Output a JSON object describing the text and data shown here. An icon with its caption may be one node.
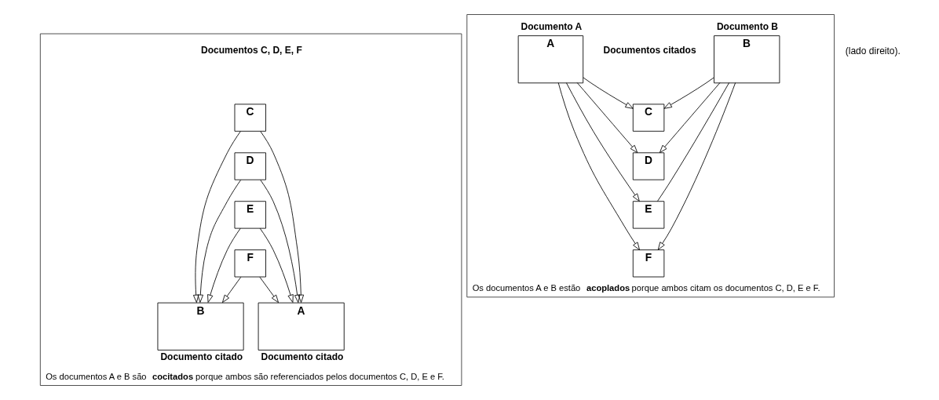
{
  "diagram": {
    "nodes": [
      {
        "text": [
          "Os documentos A e B são **cocitados** porque ambos são referenciados pelos documentos C, D, E e F."
        ]
      },
      {
        "text": [
          "C"
        ],
        "in": 0
      },
      {
        "text": [
          "D"
        ],
        "in": 0
      },
      {
        "text": [
          "E"
        ],
        "in": 0
      },
      {
        "text": [
          "F"
        ],
        "in": 0
      },
      {
        "text": [
          "A"
        ],
        "in": 0,
        "beside": [
          "Documento citado"
        ]
      },
      {
        "text": [
          "B"
        ],
        "in": 0,
        "beside": [
          "Documento citado"
        ]
      },
      {
        "text": [
          "Os documentos A e B estão **acoplados** porque ambos citam os documentos C, D, E e F."
        ]
      },
      {
        "text": [
          "A"
        ],
        "in": 7,
        "beside": [
          "Documento A"
        ]
      },
      {
        "text": [
          "B"
        ],
        "in": 7,
        "beside": [
          "Documento B"
        ]
      },
      {
        "text": [
          "C"
        ],
        "in": 7
      },
      {
        "text": [
          "D"
        ],
        "in": 7
      },
      {
        "text": [
          "E"
        ],
        "in": 7
      },
      {
        "text": [
          "F"
        ],
        "in": 7
      }
    ],
    "edges": [
      {
        "from": 1,
        "to": 5,
        "arrow": "to"
      },
      {
        "from": 1,
        "to": 6,
        "arrow": "to"
      },
      {
        "from": 2,
        "to": 5,
        "arrow": "to"
      },
      {
        "from": 2,
        "to": 6,
        "arrow": "to"
      },
      {
        "from": 3,
        "to": 5,
        "arrow": "to"
      },
      {
        "from": 3,
        "to": 6,
        "arrow": "to"
      },
      {
        "from": 4,
        "to": 5,
        "arrow": "to"
      },
      {
        "from": 4,
        "to": 6,
        "arrow": "to"
      },
      {
        "from": 8,
        "to": 10,
        "arrow": "to"
      },
      {
        "from": 8,
        "to": 11,
        "arrow": "to"
      },
      {
        "from": 8,
        "to": 12,
        "arrow": "to"
      },
      {
        "from": 8,
        "to": 13,
        "arrow": "to"
      },
      {
        "from": 9,
        "to": 10,
        "arrow": "to"
      },
      {
        "from": 9,
        "to": 11,
        "arrow": "to"
      },
      {
        "from": 9,
        "to": 12,
        "arrow": "none"
      },
      {
        "from": 9,
        "to": 13,
        "arrow": "to"
      }
    ],
    "labels": [
      "(lado direito).",
      "Documentos C, D, E, F",
      "Documentos citados"
    ]
  }
}
